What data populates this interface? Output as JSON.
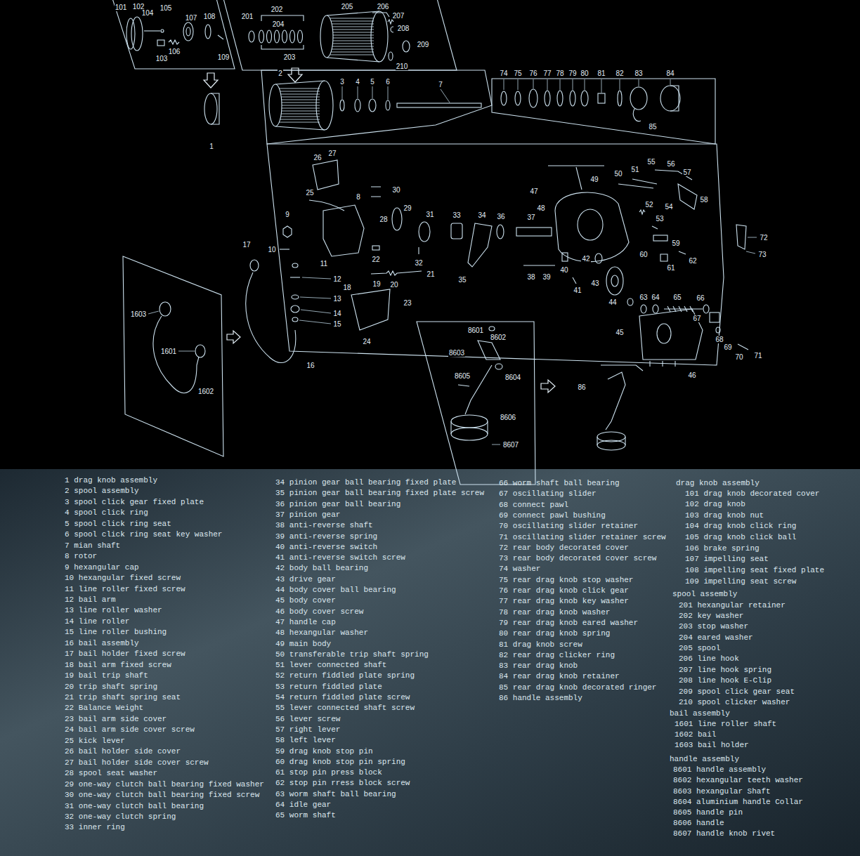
{
  "diagram": {
    "labels": [
      "101",
      "102",
      "104",
      "105",
      "107",
      "108",
      "106",
      "103",
      "109",
      "201",
      "202",
      "204",
      "203",
      "205",
      "206",
      "207",
      "208",
      "209",
      "210",
      "2",
      "3",
      "4",
      "5",
      "6",
      "7",
      "74",
      "75",
      "76",
      "77",
      "78",
      "79",
      "80",
      "81",
      "82",
      "83",
      "84",
      "85",
      "1",
      "26",
      "27",
      "25",
      "8",
      "30",
      "29",
      "31",
      "28",
      "33",
      "34",
      "36",
      "37",
      "9",
      "10",
      "22",
      "32",
      "35",
      "21",
      "20",
      "19",
      "18",
      "11",
      "12",
      "13",
      "14",
      "15",
      "23",
      "24",
      "17",
      "16",
      "47",
      "48",
      "49",
      "50",
      "51",
      "55",
      "56",
      "57",
      "58",
      "54",
      "53",
      "52",
      "59",
      "60",
      "61",
      "62",
      "72",
      "73",
      "38",
      "39",
      "40",
      "41",
      "42",
      "43",
      "44",
      "45",
      "46",
      "63",
      "64",
      "65",
      "66",
      "67",
      "68",
      "69",
      "70",
      "71",
      "1603",
      "1601",
      "1602",
      "8601",
      "8602",
      "8603",
      "8604",
      "8605",
      "8606",
      "8607",
      "86",
      "1 drag knob assembly",
      "2 spool assembly",
      "3 spool click gear fixed plate",
      "4 spool click ring",
      "5 spool click ring seat",
      "6 spool click ring seat key washer",
      "7 mian shaft",
      "8 rotor",
      "9 hexangular cap",
      "10 hexangular fixed screw",
      "11 line roller fixed screw",
      "12 bail arm",
      "13 line roller washer",
      "14 line roller",
      "15 line roller bushing",
      "16 bail assembly",
      "17 bail holder fixed screw",
      "18 bail arm fixed screw",
      "19 bail trip shaft",
      "20 trip shaft spring",
      "21 trip shaft spring seat",
      "22 Balance Weight",
      "23 bail arm side cover",
      "24 bail arm side cover screw",
      "25 kick lever",
      "26 bail holder side cover",
      "27 bail holder side cover screw",
      "28 spool seat washer",
      "29 one-way clutch ball bearing fixed washer",
      "30 one-way clutch ball bearing fixed screw",
      "31 one-way clutch ball bearing",
      "32 one-way clutch spring",
      "33 inner ring",
      "34 pinion gear ball bearing fixed plate",
      "35 pinion gear ball bearing fixed plate screw",
      "36 pinion gear ball bearing",
      "37 pinion gear",
      "38 anti-reverse shaft",
      "39 anti-reverse spring",
      "40 anti-reverse switch",
      "41 anti-reverse switch screw",
      "42 body ball bearing",
      "43 drive gear",
      "44 body cover ball bearing",
      "45 body cover",
      "46 body cover screw",
      "47 handle cap",
      "48 hexangular washer",
      "49 main body",
      "50 transferable trip shaft spring",
      "51 lever connected shaft",
      "52 return fiddled plate spring",
      "53 return fiddled plate",
      "54 return fiddled plate screw",
      "55 lever connected shaft screw",
      "56 lever screw",
      "57 right lever",
      "58 left lever",
      "59 drag knob stop pin",
      "60 drag knob stop pin spring",
      "61 stop pin press block",
      "62 stop pin rress block screw",
      "63 worm shaft ball bearing",
      "64 idle gear",
      "65 worm shaft",
      "66 worm shaft ball bearing",
      "67 oscillating slider",
      "68 connect pawl",
      "69 connect pawl bushing",
      "70 oscillating slider retainer",
      "71 oscillating slider retainer screw",
      "72 rear body decorated cover",
      "73 rear body decorated cover screw",
      "74 washer",
      "75 rear drag knob stop washer",
      "76 rear drag knob click gear",
      "77 rear drag knob key washer",
      "78 rear drag knob washer",
      "79 rear drag knob eared washer",
      "80 rear drag knob spring",
      "81 drag knob screw",
      "82 rear drag clicker ring",
      "83 rear drag knob",
      "84 rear drag knob retainer",
      "85 rear drag knob decorated ringer",
      "86 handle assembly",
      "drag knob assembly",
      "101 drag knob decorated cover",
      "102 drag knob",
      "103 drag knob nut",
      "104 drag knob click ring",
      "105 drag knob click ball",
      "106 brake spring",
      "107 impelling seat",
      "108 impelling seat fixed plate",
      "109 impelling seat screw",
      "spool assembly",
      "201 hexangular retainer",
      "202 key washer",
      "203 stop washer",
      "204 eared washer",
      "205 spool",
      "206 line hook",
      "207 line hook spring",
      "208 line hook E-Clip",
      "209 spool click gear seat",
      "210 spool clicker washer",
      "bail assembly",
      "1601 line roller shaft",
      "1602 bail",
      "1603 bail holder",
      "handle assembly",
      "8601 handle assembly",
      "8602 hexangular teeth washer",
      "8603 hexangular Shaft",
      "8604 aluminium handle Collar",
      "8605 handle pin",
      "8606 handle",
      "8607 handle knob rivet"
    ]
  }
}
